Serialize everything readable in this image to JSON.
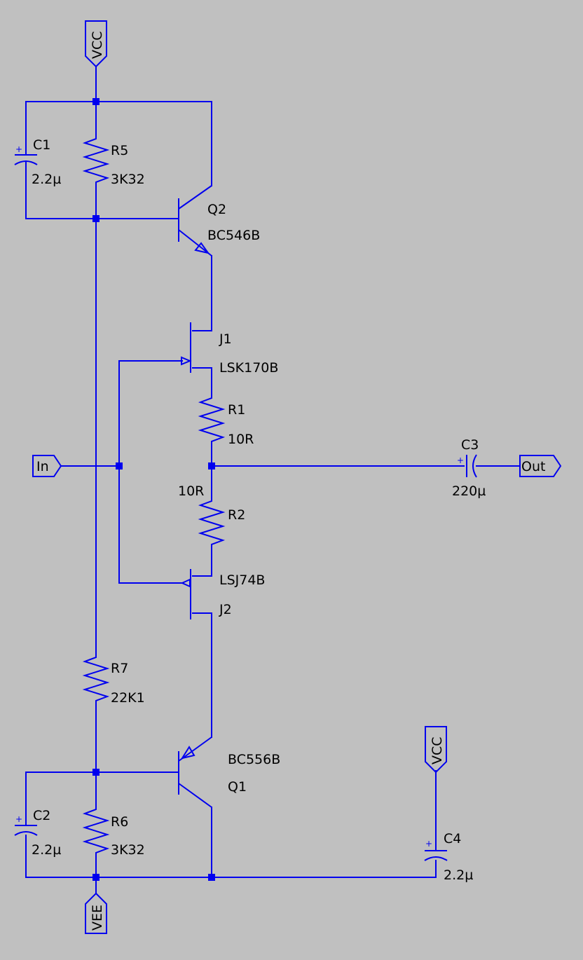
{
  "ports": {
    "vcc_top": "VCC",
    "vcc_right": "VCC",
    "vee": "VEE",
    "in": "In",
    "out": "Out"
  },
  "components": {
    "c1": {
      "name": "C1",
      "value": "2.2µ"
    },
    "c2": {
      "name": "C2",
      "value": "2.2µ"
    },
    "c3": {
      "name": "C3",
      "value": "220µ"
    },
    "c4": {
      "name": "C4",
      "value": "2.2µ"
    },
    "r1": {
      "name": "R1",
      "value": "10R"
    },
    "r2": {
      "name": "R2",
      "value": "10R"
    },
    "r5": {
      "name": "R5",
      "value": "3K32"
    },
    "r6": {
      "name": "R6",
      "value": "3K32"
    },
    "r7": {
      "name": "R7",
      "value": "22K1"
    },
    "q1": {
      "name": "Q1",
      "model": "BC556B"
    },
    "q2": {
      "name": "Q2",
      "model": "BC546B"
    },
    "j1": {
      "name": "J1",
      "model": "LSK170B"
    },
    "j2": {
      "name": "J2",
      "model": "LSJ74B"
    }
  },
  "polarity_mark": "+",
  "colors": {
    "background": "#c0c0c0",
    "wire": "#0000ee",
    "text": "#000000"
  }
}
